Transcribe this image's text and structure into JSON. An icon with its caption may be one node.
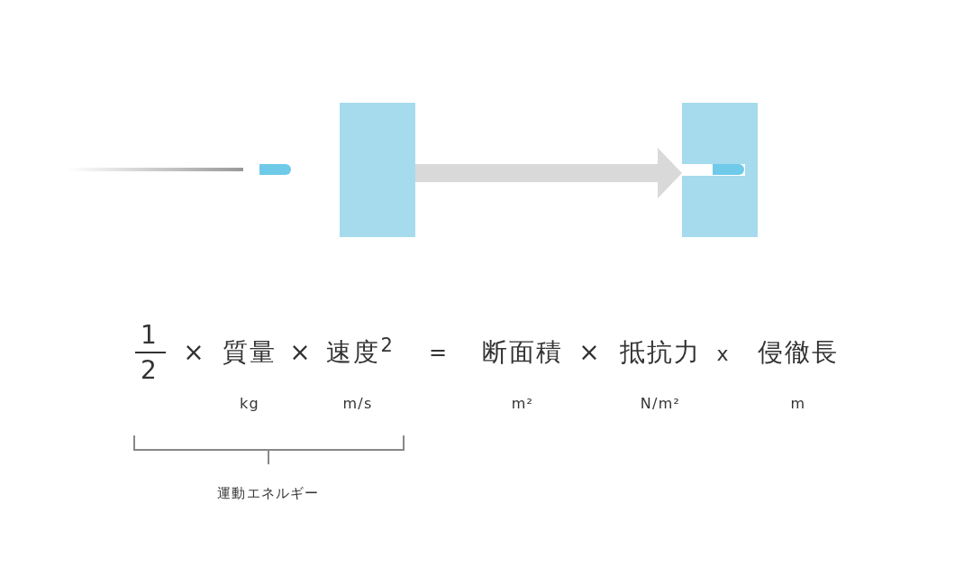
{
  "diagram": {
    "nodes": [
      {
        "text": [],
        "shape": "box"
      },
      {
        "text": [],
        "shape": "box"
      }
    ],
    "edges": [
      {
        "from": 0,
        "to": 1,
        "arrow": "to"
      }
    ],
    "labels": [
      "1",
      "2",
      "×",
      "質量",
      "×",
      "速度$^{2}$",
      "=",
      "断面積",
      "×",
      "抵抗力",
      "x",
      "侵徹長",
      "kg",
      "m/s",
      "m²",
      "N/m²",
      "m",
      "運動エネルギー"
    ]
  }
}
